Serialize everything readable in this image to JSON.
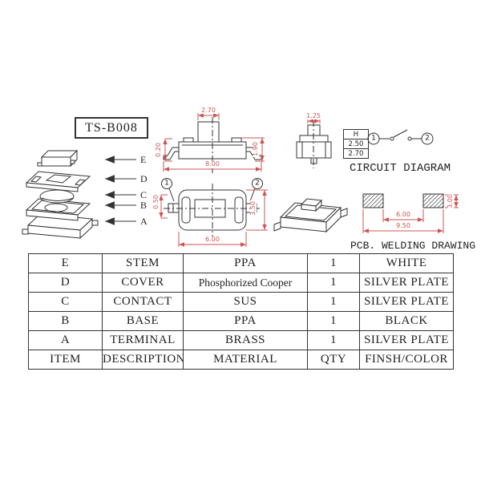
{
  "title": "TS-B008",
  "exploded": {
    "labels": [
      "E",
      "D",
      "C",
      "B",
      "A"
    ]
  },
  "side_view": {
    "dim_top": "2.70",
    "dim_left": "0.20",
    "dim_right": "1.90",
    "dim_bottom": "8.00"
  },
  "end_view": {
    "dim_top": "1.25"
  },
  "height_table": {
    "header": "H",
    "rows": [
      "2.50",
      "2.70"
    ]
  },
  "circuit": {
    "node1": "1",
    "node2": "2",
    "caption": "CIRCUIT DIAGRAM"
  },
  "top_view": {
    "callout1": "1",
    "callout2": "2",
    "dim_left": "0.50",
    "dim_right": "3.50",
    "dim_bottom": "6.00"
  },
  "pcb": {
    "dim_inner": "6.00",
    "dim_outer": "9.50",
    "dim_pad": "3.00",
    "caption": "PCB. WELDING DRAWING"
  },
  "bom": {
    "rows": [
      [
        "E",
        "STEM",
        "PPA",
        "1",
        "WHITE"
      ],
      [
        "D",
        "COVER",
        "Phosphorized Cooper",
        "1",
        "SILVER PLATE"
      ],
      [
        "C",
        "CONTACT",
        "SUS",
        "1",
        "SILVER PLATE"
      ],
      [
        "B",
        "BASE",
        "PPA",
        "1",
        "BLACK"
      ],
      [
        "A",
        "TERMINAL",
        "BRASS",
        "1",
        "SILVER PLATE"
      ],
      [
        "ITEM",
        "DESCRIPTION",
        "MATERIAL",
        "QTY",
        "FINSH/COLOR"
      ]
    ]
  },
  "colors": {
    "dimension": "#cc5555",
    "line": "#333333"
  }
}
